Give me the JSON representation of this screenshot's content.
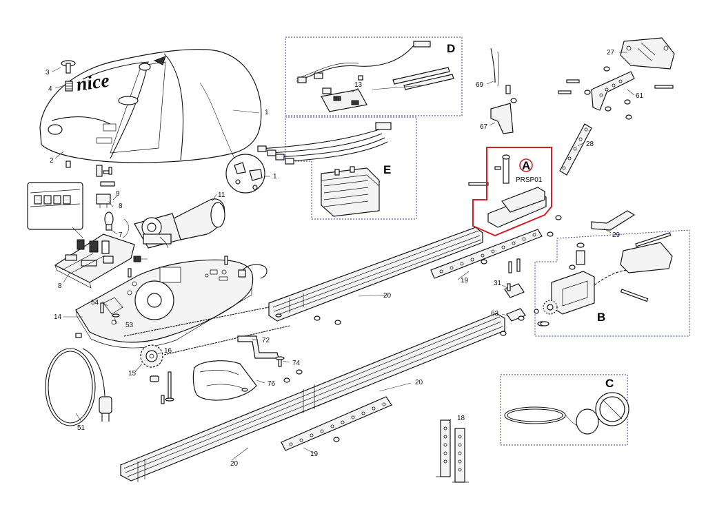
{
  "diagram": {
    "brand": "nice",
    "group_labels": {
      "A": "A",
      "B": "B",
      "C": "C",
      "D": "D",
      "E": "E"
    },
    "highlight_code": "PRSP01",
    "part_numbers": {
      "p1": "1",
      "p1b": "1",
      "p2": "2",
      "p3": "3",
      "p4": "4",
      "p7": "7",
      "p8a": "8",
      "p8b": "8",
      "p9": "9",
      "p11": "11",
      "p13": "13",
      "p14": "14",
      "p15": "15",
      "p16": "16",
      "p18": "18",
      "p19a": "19",
      "p19b": "19",
      "p20a": "20",
      "p20b": "20",
      "p20c": "20",
      "p27": "27",
      "p28": "28",
      "p29": "29",
      "p31": "31",
      "p51": "51",
      "p53": "53",
      "p54": "54",
      "p61": "61",
      "p63": "63",
      "p67": "67",
      "p69": "69",
      "p72": "72",
      "p74": "74",
      "p76": "76"
    }
  }
}
